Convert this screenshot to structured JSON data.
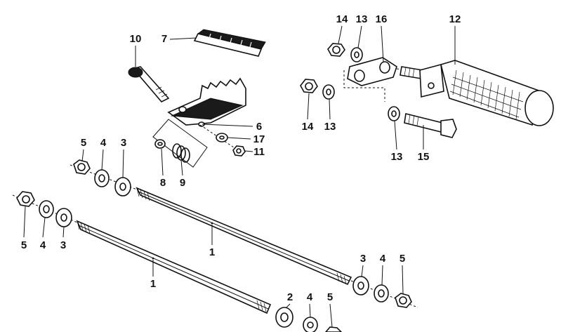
{
  "diagram": {
    "callouts": [
      {
        "id": "c-14-top",
        "label": "14"
      },
      {
        "id": "c-13-top",
        "label": "13"
      },
      {
        "id": "c-16",
        "label": "16"
      },
      {
        "id": "c-12",
        "label": "12"
      },
      {
        "id": "c-10",
        "label": "10"
      },
      {
        "id": "c-7",
        "label": "7"
      },
      {
        "id": "c-14-left",
        "label": "14"
      },
      {
        "id": "c-13-left",
        "label": "13"
      },
      {
        "id": "c-13-bottom",
        "label": "13"
      },
      {
        "id": "c-15",
        "label": "15"
      },
      {
        "id": "c-6",
        "label": "6"
      },
      {
        "id": "c-17",
        "label": "17"
      },
      {
        "id": "c-11",
        "label": "11"
      },
      {
        "id": "c-8",
        "label": "8"
      },
      {
        "id": "c-9",
        "label": "9"
      },
      {
        "id": "c-5-upper",
        "label": "5"
      },
      {
        "id": "c-4-upper",
        "label": "4"
      },
      {
        "id": "c-3-upper",
        "label": "3"
      },
      {
        "id": "c-5-left",
        "label": "5"
      },
      {
        "id": "c-4-left",
        "label": "4"
      },
      {
        "id": "c-3-left",
        "label": "3"
      },
      {
        "id": "c-1-upper",
        "label": "1"
      },
      {
        "id": "c-1-lower",
        "label": "1"
      },
      {
        "id": "c-3-right",
        "label": "3"
      },
      {
        "id": "c-4-right",
        "label": "4"
      },
      {
        "id": "c-5-right",
        "label": "5"
      },
      {
        "id": "c-2",
        "label": "2"
      },
      {
        "id": "c-4-bottom",
        "label": "4"
      },
      {
        "id": "c-5-bottom",
        "label": "5"
      }
    ]
  }
}
